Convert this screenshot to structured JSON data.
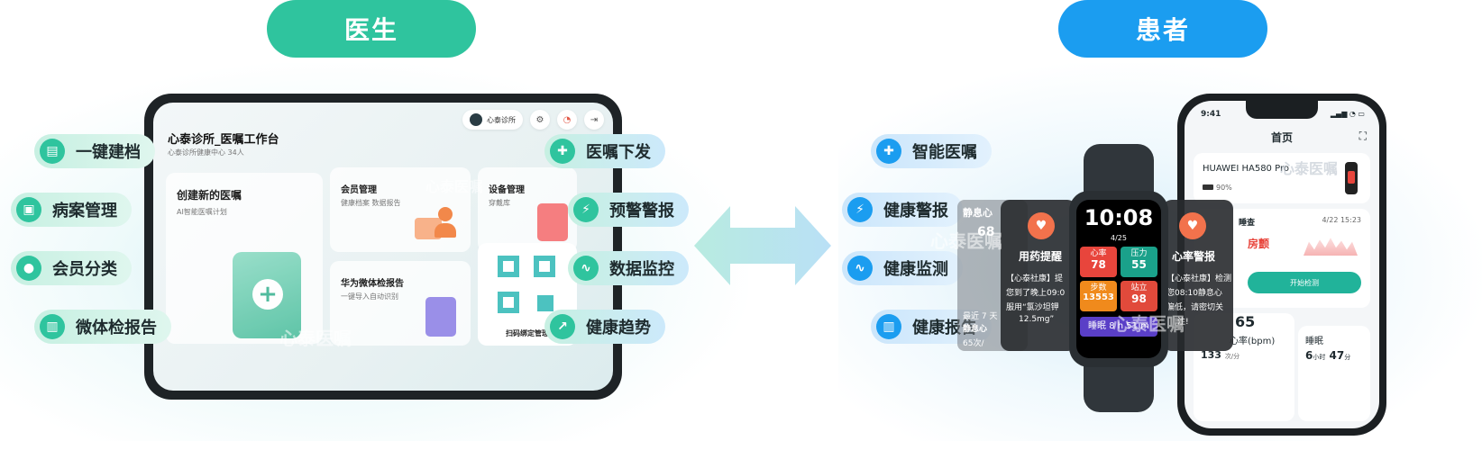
{
  "doctor": {
    "title": "医生",
    "features": [
      {
        "label": "一键建档"
      },
      {
        "label": "病案管理"
      },
      {
        "label": "会员分类"
      },
      {
        "label": "微体检报告"
      },
      {
        "label": "医嘱下发"
      },
      {
        "label": "预警警报"
      },
      {
        "label": "数据监控"
      },
      {
        "label": "健康趋势"
      }
    ],
    "tablet": {
      "clinic_chip": "心泰诊所",
      "title": "心泰诊所_医嘱工作台",
      "subtitle": "心泰诊所健康中心 34人",
      "cards": {
        "create": {
          "title": "创建新的医嘱",
          "sub": "AI智能医嘱计划"
        },
        "member": {
          "title": "会员管理",
          "sub": "健康档案 数据报告"
        },
        "device": {
          "title": "设备管理",
          "sub": "穿戴库"
        },
        "report": {
          "title": "华为微体检报告",
          "sub": "一键导入自动识别"
        },
        "scan": {
          "title": "扫码绑定管理"
        }
      },
      "watermark": "心泰医嘱"
    }
  },
  "patient": {
    "title": "患者",
    "features": [
      {
        "label": "智能医嘱"
      },
      {
        "label": "健康警报"
      },
      {
        "label": "健康监测"
      },
      {
        "label": "健康报告"
      }
    ],
    "phone": {
      "time": "9:41",
      "page_title": "首页",
      "device_name": "HUAWEI HA580 Pro",
      "battery": "90%",
      "check_date": "4/22 15:23",
      "check_title": "睡查",
      "status": "房颤",
      "start_btn": "开始检测",
      "heart_rate_label": "心率(bpm)",
      "heart_rate_value": "65",
      "hr_range": "133",
      "hr_unit": "次/分",
      "sleep_label": "睡眠",
      "sleep_h": "6",
      "sleep_h_unit": "小时",
      "sleep_m": "47",
      "sleep_m_unit": "分",
      "watermark": "心泰医嘱"
    },
    "popups": {
      "medicine": {
        "title": "用药提醒",
        "line1": "【心泰社康】提",
        "line2": "您到了晚上09:0",
        "line3": "服用“氯沙坦钾",
        "line4": "12.5mg”"
      },
      "heart": {
        "title": "心率警报",
        "line1": "【心泰社康】检测",
        "line2": "您08:10静息心",
        "line3": "偏低，请密切关",
        "line4": "注!"
      },
      "rest": {
        "title": "静息心",
        "value": "68",
        "recent": "最近 7 天",
        "rest2": "静息心",
        "rate": "65次/"
      }
    },
    "watch": {
      "time": "10:08",
      "date": "4/25",
      "tiles": [
        {
          "label": "心率",
          "value": "78",
          "color": "#e8453c"
        },
        {
          "label": "压力",
          "value": "55",
          "color": "#1aa18a"
        },
        {
          "label": "步数",
          "value": "13553",
          "color": "#f08a1c"
        },
        {
          "label": "站立",
          "value": "98",
          "color": "#e14a3b"
        }
      ],
      "sleep": "睡眠 8 h 51 m",
      "watermark": "心泰医嘱"
    }
  },
  "colors": {
    "doctor": "#2fc49e",
    "patient": "#1b9df0"
  }
}
